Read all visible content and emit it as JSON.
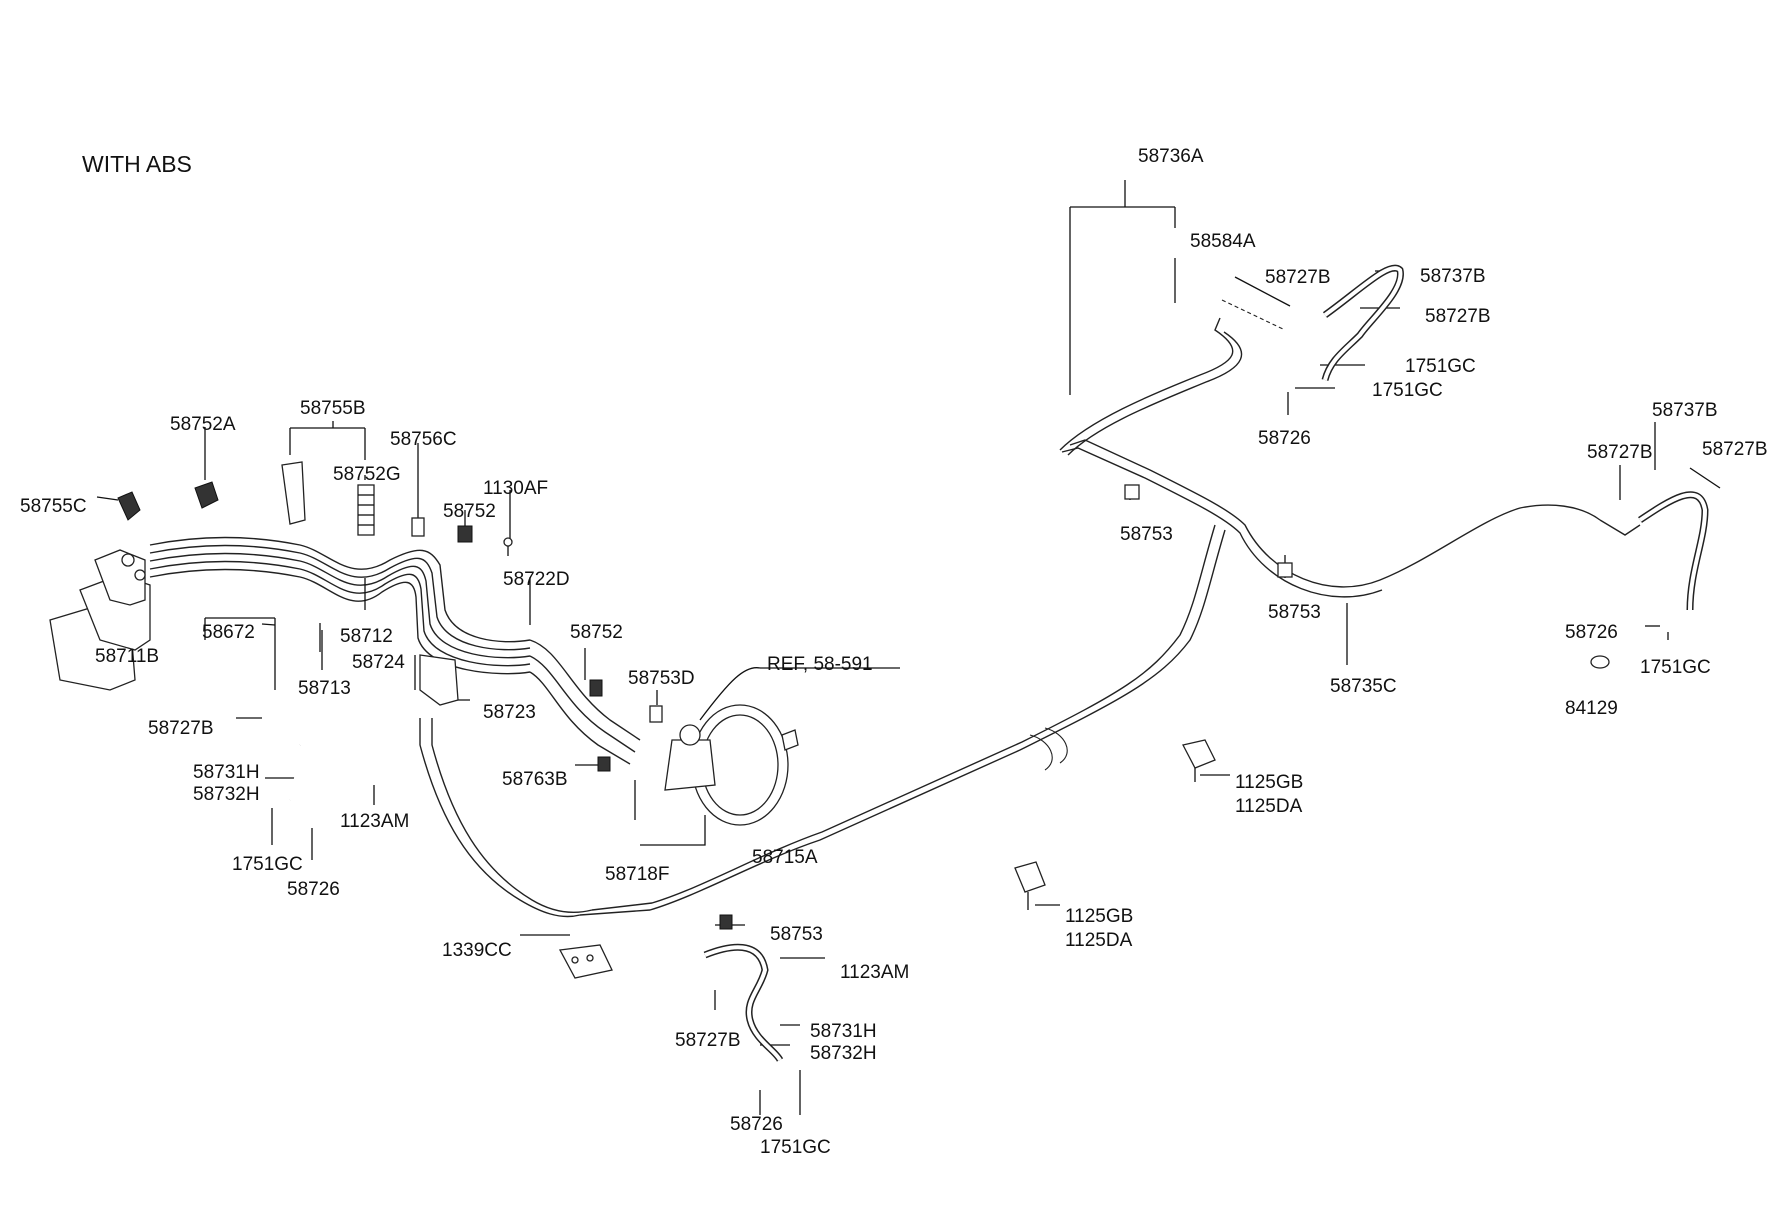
{
  "title": "WITH ABS",
  "labels": [
    {
      "id": "58736A",
      "text": "58736A"
    },
    {
      "id": "58584A",
      "text": "58584A"
    },
    {
      "id": "58727B-a",
      "text": "58727B"
    },
    {
      "id": "58737B-a",
      "text": "58737B"
    },
    {
      "id": "58727B-b",
      "text": "58727B"
    },
    {
      "id": "1751GC-a",
      "text": "1751GC"
    },
    {
      "id": "1751GC-b",
      "text": "1751GC"
    },
    {
      "id": "58726-a",
      "text": "58726"
    },
    {
      "id": "58753-a",
      "text": "58753"
    },
    {
      "id": "58753-b",
      "text": "58753"
    },
    {
      "id": "58735C",
      "text": "58735C"
    },
    {
      "id": "58737B-b",
      "text": "58737B"
    },
    {
      "id": "58727B-c",
      "text": "58727B"
    },
    {
      "id": "58727B-d",
      "text": "58727B"
    },
    {
      "id": "58726-b",
      "text": "58726"
    },
    {
      "id": "1751GC-c",
      "text": "1751GC"
    },
    {
      "id": "84129",
      "text": "84129"
    },
    {
      "id": "1125GB-a",
      "text": "1125GB"
    },
    {
      "id": "1125DA-a",
      "text": "1125DA"
    },
    {
      "id": "1125GB-b",
      "text": "1125GB"
    },
    {
      "id": "1125DA-b",
      "text": "1125DA"
    },
    {
      "id": "58755B",
      "text": "58755B"
    },
    {
      "id": "58752A",
      "text": "58752A"
    },
    {
      "id": "58756C",
      "text": "58756C"
    },
    {
      "id": "58752G",
      "text": "58752G"
    },
    {
      "id": "58755C",
      "text": "58755C"
    },
    {
      "id": "1130AF",
      "text": "1130AF"
    },
    {
      "id": "58752-a",
      "text": "58752"
    },
    {
      "id": "58722D",
      "text": "58722D"
    },
    {
      "id": "58672",
      "text": "58672"
    },
    {
      "id": "58712",
      "text": "58712"
    },
    {
      "id": "58711B",
      "text": "58711B"
    },
    {
      "id": "58724",
      "text": "58724"
    },
    {
      "id": "58713",
      "text": "58713"
    },
    {
      "id": "58752-b",
      "text": "58752"
    },
    {
      "id": "REF",
      "text": "REF, 58-591"
    },
    {
      "id": "58753D",
      "text": "58753D"
    },
    {
      "id": "58723",
      "text": "58723"
    },
    {
      "id": "58727B-e",
      "text": "58727B"
    },
    {
      "id": "58731H-a",
      "text": "58731H"
    },
    {
      "id": "58732H-a",
      "text": "58732H"
    },
    {
      "id": "1123AM-a",
      "text": "1123AM"
    },
    {
      "id": "58763B",
      "text": "58763B"
    },
    {
      "id": "1751GC-d",
      "text": "1751GC"
    },
    {
      "id": "58726-c",
      "text": "58726"
    },
    {
      "id": "58715A",
      "text": "58715A"
    },
    {
      "id": "58718F",
      "text": "58718F"
    },
    {
      "id": "58753-c",
      "text": "58753"
    },
    {
      "id": "1339CC",
      "text": "1339CC"
    },
    {
      "id": "1123AM-b",
      "text": "1123AM"
    },
    {
      "id": "58731H-b",
      "text": "58731H"
    },
    {
      "id": "58732H-b",
      "text": "58732H"
    },
    {
      "id": "58727B-f",
      "text": "58727B"
    },
    {
      "id": "58726-d",
      "text": "58726"
    },
    {
      "id": "1751GC-e",
      "text": "1751GC"
    }
  ]
}
